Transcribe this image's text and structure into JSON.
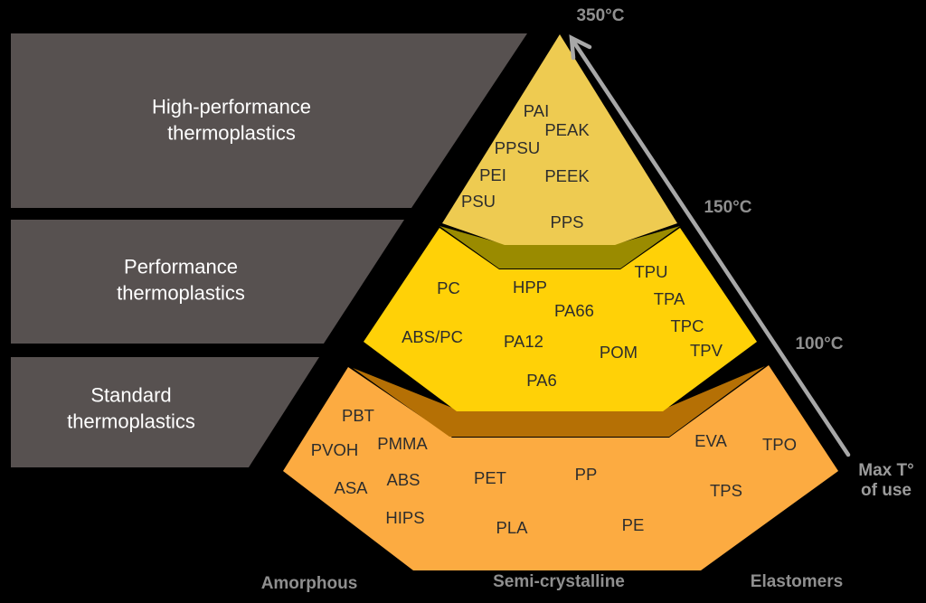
{
  "left_panel": {
    "boxes": [
      {
        "line1": "High-performance",
        "line2": "thermoplastics"
      },
      {
        "line1": "Performance",
        "line2": "thermoplastics"
      },
      {
        "line1": "Standard",
        "line2": "thermoplastics"
      }
    ]
  },
  "axis": {
    "t350": "350°C",
    "t150": "150°C",
    "t100": "100°C",
    "max_line1": "Max T°",
    "max_line2": "of use"
  },
  "base_categories": [
    {
      "label": "Amorphous"
    },
    {
      "label": "Semi-crystalline"
    },
    {
      "label": "Elastomers"
    }
  ],
  "pyramid": {
    "tiers": [
      {
        "name": "High-performance thermoplastics",
        "materials": [
          {
            "label": "PAI"
          },
          {
            "label": "PEAK"
          },
          {
            "label": "PPSU"
          },
          {
            "label": "PEI"
          },
          {
            "label": "PEEK"
          },
          {
            "label": "PSU"
          },
          {
            "label": "PPS"
          }
        ]
      },
      {
        "name": "Performance thermoplastics",
        "materials": [
          {
            "label": "TPU"
          },
          {
            "label": "PC"
          },
          {
            "label": "HPP"
          },
          {
            "label": "TPA"
          },
          {
            "label": "PA66"
          },
          {
            "label": "TPC"
          },
          {
            "label": "ABS/PC"
          },
          {
            "label": "PA12"
          },
          {
            "label": "POM"
          },
          {
            "label": "TPV"
          },
          {
            "label": "PA6"
          }
        ]
      },
      {
        "name": "Standard thermoplastics",
        "materials": [
          {
            "label": "PBT"
          },
          {
            "label": "PVOH"
          },
          {
            "label": "PMMA"
          },
          {
            "label": "ASA"
          },
          {
            "label": "ABS"
          },
          {
            "label": "HIPS"
          },
          {
            "label": "PET"
          },
          {
            "label": "PP"
          },
          {
            "label": "PLA"
          },
          {
            "label": "PE"
          },
          {
            "label": "EVA"
          },
          {
            "label": "TPO"
          },
          {
            "label": "TPS"
          }
        ]
      }
    ]
  },
  "colors": {
    "background": "#000000",
    "box": "#575150",
    "box_text": "#ffffff",
    "tier_high": "#eecb51",
    "band_olive": "#9a8b00",
    "tier_mid": "#ffd107",
    "band_brown": "#b57005",
    "tier_std": "#fcab41",
    "material_text": "#2d2d2d",
    "gray_text": "#8f8f8f",
    "arrow": "#a8a8a8"
  }
}
